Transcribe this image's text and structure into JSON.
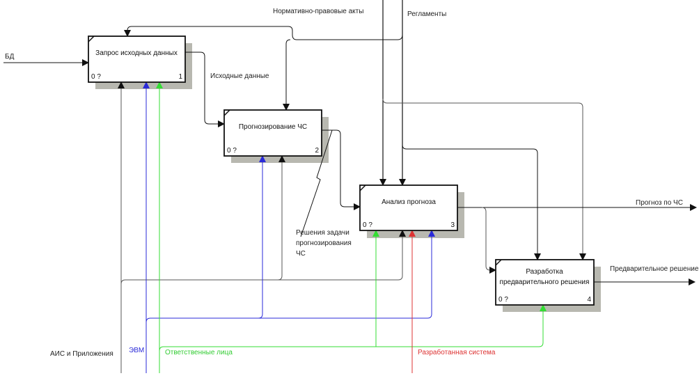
{
  "diagram": {
    "type": "IDEF0",
    "colors": {
      "black": "#111111",
      "gray_line": "#555555",
      "blue": "#2a2ad8",
      "green": "#33dd33",
      "red": "#dd3333",
      "shadow": "#b8b8b0",
      "box_fill": "#ffffff"
    },
    "boxes": [
      {
        "id": 1,
        "title": "Запрос исходных данных",
        "cost": "0 ?",
        "number": "1"
      },
      {
        "id": 2,
        "title": "Прогнозирование ЧС",
        "cost": "0 ?",
        "number": "2"
      },
      {
        "id": 3,
        "title": "Анализ прогноза",
        "cost": "0 ?",
        "number": "3"
      },
      {
        "id": 4,
        "title_line1": "Разработка",
        "title_line2": "предварительного решения",
        "cost": "0 ?",
        "number": "4"
      }
    ],
    "arrows": {
      "input_db": "БД",
      "control_normative": "Нормативно-правовые акты",
      "control_regulations": "Регламенты",
      "source_data": "Исходные данные",
      "solutions_line1": "Решения задачи",
      "solutions_line2": "прогнозирования",
      "solutions_line3": "ЧС",
      "output_forecast": "Прогноз по ЧС",
      "output_prelim": "Предварительное решение",
      "mech_ais": "АИС и Приложения",
      "mech_computer": "ЭВМ",
      "mech_staff": "Ответственные лица",
      "mech_system": "Разработанная система"
    }
  }
}
